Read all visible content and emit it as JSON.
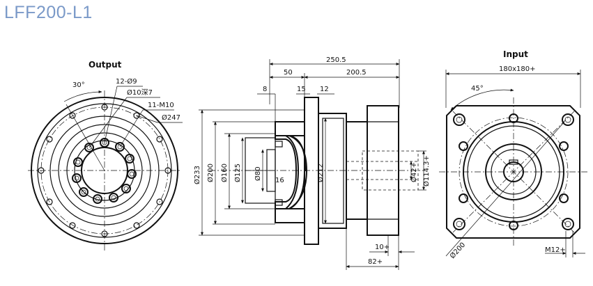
{
  "title": "LFF200-L1",
  "views": {
    "output": {
      "label": "Output",
      "angle": "30°",
      "holes_a": "12-Ø9",
      "holes_b": "Ø10深7",
      "thread": "11-M10",
      "pcd": "Ø247"
    },
    "side": {
      "overall": "250.5",
      "flange_len": "50",
      "body_len": "200.5",
      "dim_8": "8",
      "dim_15": "15",
      "dim_12": "12",
      "dia_233": "Ø233",
      "dia_200": "Ø200",
      "dia_160": "Ø160",
      "dia_125": "Ø125",
      "dia_80": "Ø80",
      "dim_16": "16",
      "dia_212": "Ø212",
      "dia_42": "Ø42+",
      "dia_114": "Ø114.3+",
      "dim_10": "10+",
      "dim_82": "82+"
    },
    "input": {
      "label": "Input",
      "square": "180x180+",
      "angle": "45°",
      "pcd": "Ø200",
      "thread": "M12+"
    }
  }
}
